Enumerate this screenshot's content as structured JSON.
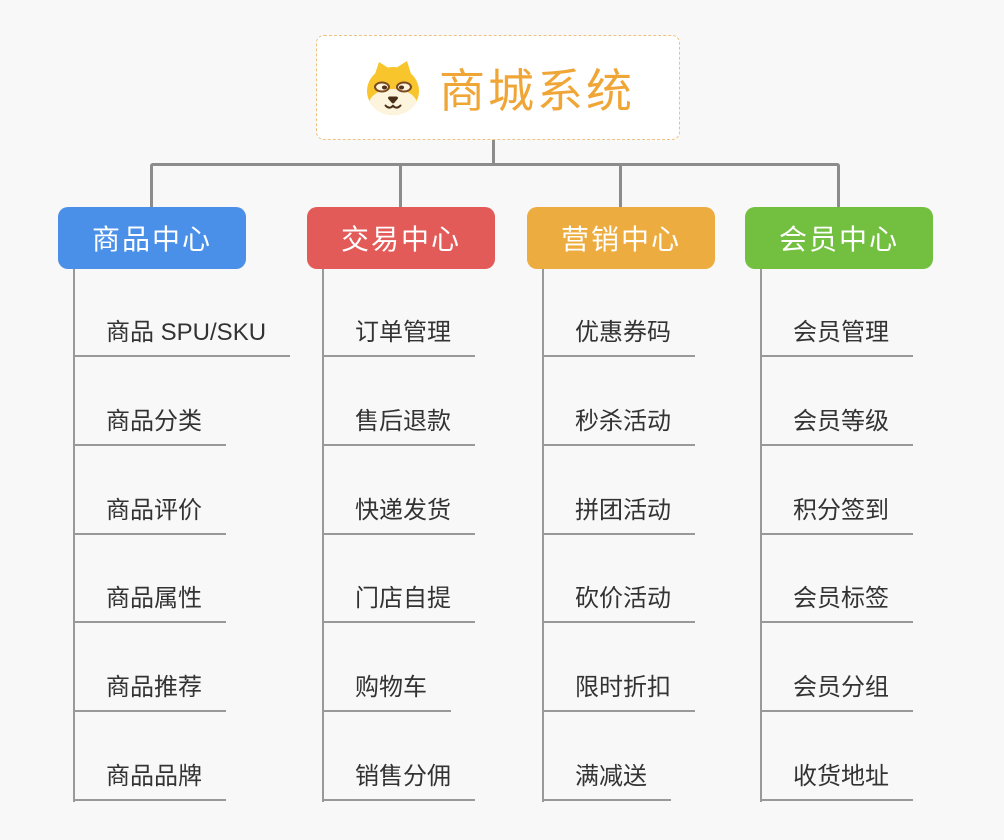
{
  "root": {
    "title": "商城系统",
    "icon": "dog-face-icon",
    "text_color": "#f0a637",
    "border_color": "#eec17e"
  },
  "connector_color": "#8c8c8c",
  "leaf_line_color": "#999999",
  "leaf_text_color": "#333333",
  "background_color": "#f8f8f8",
  "branches": [
    {
      "label": "商品中心",
      "color": "#4a8fe8",
      "items": [
        "商品 SPU/SKU",
        "商品分类",
        "商品评价",
        "商品属性",
        "商品推荐",
        "商品品牌"
      ]
    },
    {
      "label": "交易中心",
      "color": "#e25b58",
      "items": [
        "订单管理",
        "售后退款",
        "快递发货",
        "门店自提",
        "购物车",
        "销售分佣"
      ]
    },
    {
      "label": "营销中心",
      "color": "#ecac3f",
      "items": [
        "优惠券码",
        "秒杀活动",
        "拼团活动",
        "砍价活动",
        "限时折扣",
        "满减送"
      ]
    },
    {
      "label": "会员中心",
      "color": "#73c041",
      "items": [
        "会员管理",
        "会员等级",
        "积分签到",
        "会员标签",
        "会员分组",
        "收货地址"
      ]
    }
  ]
}
